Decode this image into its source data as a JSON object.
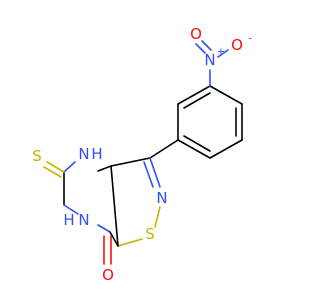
{
  "colors": {
    "carbon": "#000000",
    "nitrogen": "#3050F8",
    "oxygen": "#FF0D0D",
    "sulfur": "#C8B400"
  },
  "labels": {
    "nitro_n": "N",
    "nitro_n_charge": "+",
    "nitro_o_top": "O",
    "nitro_o_right": "O",
    "nitro_o_right_charge": "-",
    "thione_s": "S",
    "nh_top": "N",
    "nh_top_h": "H",
    "nh_bottom": "N",
    "nh_bottom_h": "H",
    "isothiazole_n": "N",
    "isothiazole_s": "S",
    "carbonyl_o": "O"
  }
}
